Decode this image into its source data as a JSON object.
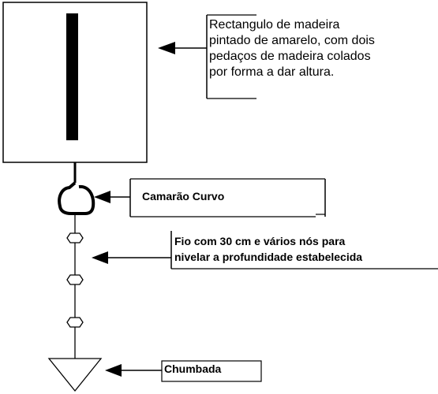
{
  "diagram": {
    "callouts": {
      "float": "Rectangulo de madeira pintado de amarelo, com dois pedaços de madeira colados por forma a dar altura.",
      "float_lines": [
        "Rectangulo de madeira",
        "pintado de amarelo, com dois",
        "pedaços de madeira colados",
        "por forma a dar altura."
      ],
      "hook": "Camarão Curvo",
      "line_lines": [
        "Fio com 30 cm e vários nós para",
        "nivelar a profundidade estabelecida"
      ],
      "sinker": "Chumbada"
    }
  }
}
